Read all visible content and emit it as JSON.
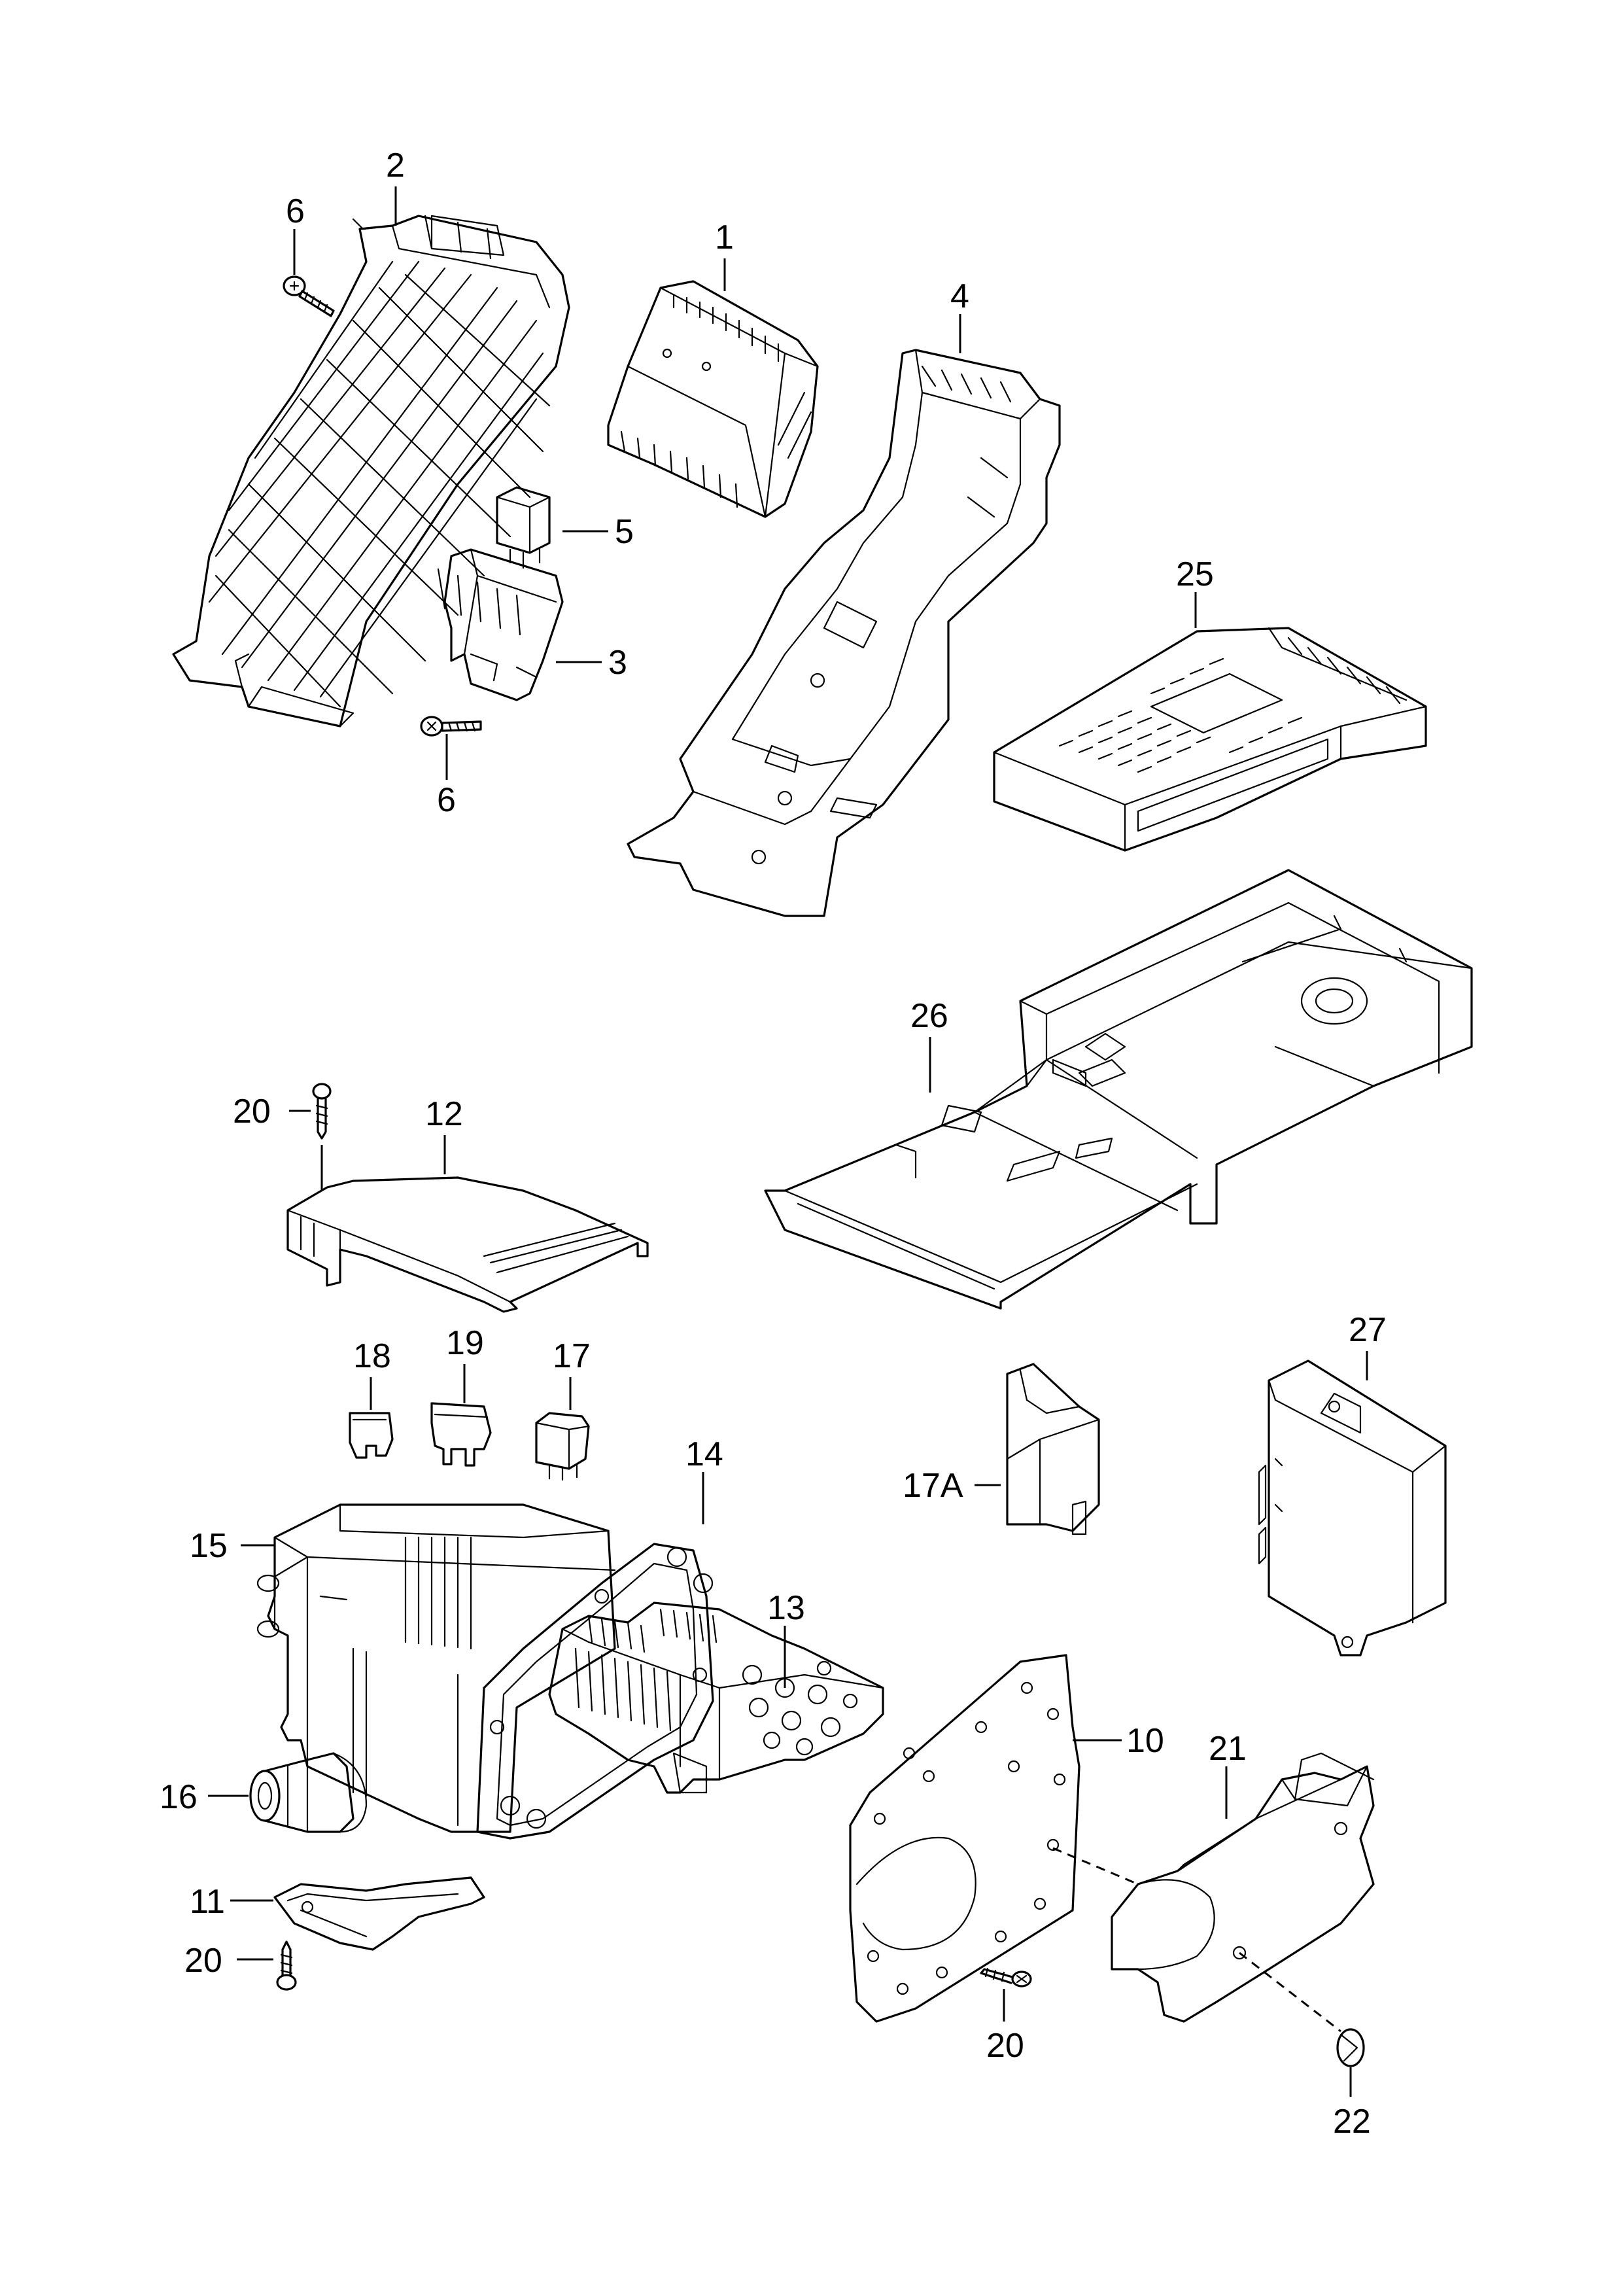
{
  "callouts": {
    "c1": "1",
    "c2": "2",
    "c3": "3",
    "c4": "4",
    "c5": "5",
    "c6a": "6",
    "c6b": "6",
    "c10": "10",
    "c11": "11",
    "c12": "12",
    "c13": "13",
    "c14": "14",
    "c15": "15",
    "c16": "16",
    "c17": "17",
    "c17a": "17A",
    "c18": "18",
    "c19": "19",
    "c20a": "20",
    "c20b": "20",
    "c20c": "20",
    "c21": "21",
    "c22": "22",
    "c25": "25",
    "c26": "26",
    "c27": "27"
  }
}
